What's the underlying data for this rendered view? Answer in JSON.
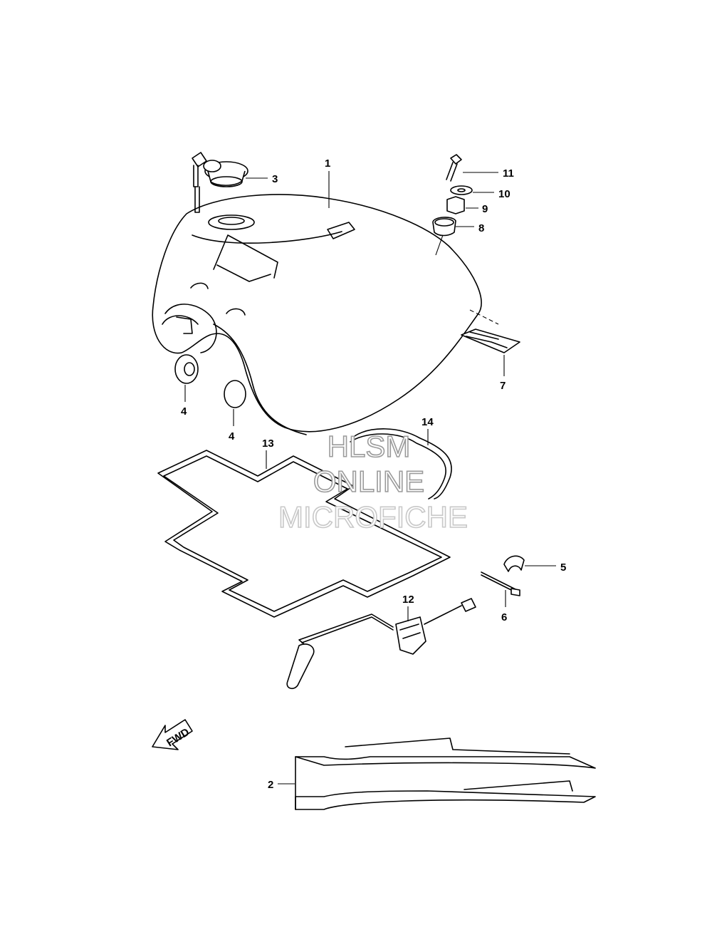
{
  "callouts": {
    "c1": "1",
    "c2": "2",
    "c3": "3",
    "c4a": "4",
    "c4b": "4",
    "c5": "5",
    "c6": "6",
    "c7": "7",
    "c8": "8",
    "c9": "9",
    "c10": "10",
    "c11": "11",
    "c12": "12",
    "c13": "13",
    "c14": "14"
  },
  "watermark": {
    "line1": "HLSM",
    "line2": "ONLINE",
    "line3": "MICROFICHE"
  },
  "fwd_arrow": {
    "label": "FWD"
  }
}
